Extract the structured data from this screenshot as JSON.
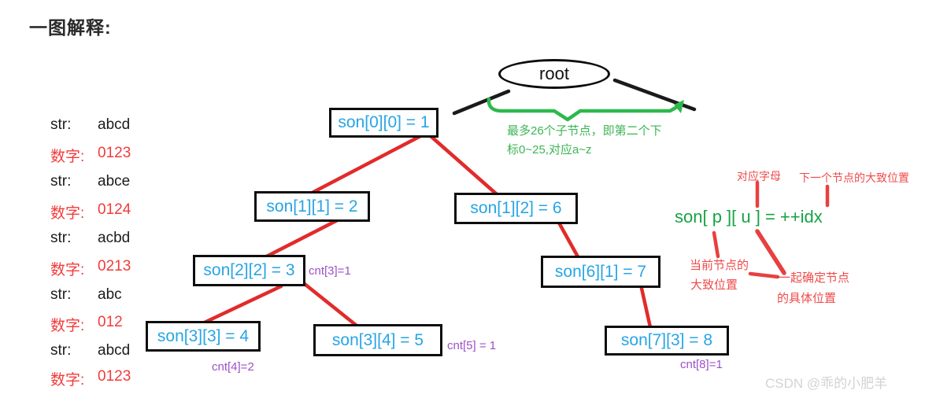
{
  "title": "一图解释:",
  "left_list": [
    {
      "kind": "str",
      "label": "str:",
      "value": "abcd"
    },
    {
      "kind": "num",
      "label": "数字:",
      "value": "0123"
    },
    {
      "kind": "str",
      "label": "str:",
      "value": "abce"
    },
    {
      "kind": "num",
      "label": "数字:",
      "value": "0124"
    },
    {
      "kind": "str",
      "label": "str:",
      "value": "acbd"
    },
    {
      "kind": "num",
      "label": "数字:",
      "value": "0213"
    },
    {
      "kind": "str",
      "label": "str:",
      "value": "abc"
    },
    {
      "kind": "num",
      "label": "数字:",
      "value": "012"
    },
    {
      "kind": "str",
      "label": "str:",
      "value": "abcd"
    },
    {
      "kind": "num",
      "label": "数字:",
      "value": "0123"
    }
  ],
  "tree": {
    "root_label": "root",
    "nodes": [
      {
        "label": "son[0][0] = 1"
      },
      {
        "label": "son[1][1] = 2"
      },
      {
        "label": "son[1][2] = 6"
      },
      {
        "label": "son[2][2] = 3"
      },
      {
        "label": "son[6][1] = 7"
      },
      {
        "label": "son[3][3] = 4"
      },
      {
        "label": "son[3][4] = 5"
      },
      {
        "label": "son[7][3] = 8"
      }
    ],
    "cnt_labels": [
      {
        "text": "cnt[3]=1"
      },
      {
        "text": "cnt[4]=2"
      },
      {
        "text": "cnt[5] = 1"
      },
      {
        "text": "cnt[8]=1"
      }
    ]
  },
  "annotations": {
    "brace_caption_line1": "最多26个子节点，即第二个下",
    "brace_caption_line2": "标0~25,对应a~z",
    "formula": "son[ p ][ u ] = ++idx",
    "label_letter": "对应字母",
    "label_next_pos": "下一个节点的大致位置",
    "label_current_line1": "当前节点的",
    "label_current_line2": "大致位置",
    "label_together_line1": "一起确定节点",
    "label_together_line2": "的具体位置"
  },
  "watermark": "CSDN @乖的小肥羊",
  "colors": {
    "node_text": "#27a5e5",
    "edge_red": "#e12b2b",
    "annotation_red": "#ef4a4a",
    "list_red": "#f23b3b",
    "cnt_purple": "#9d50c8",
    "green": "#3cb554",
    "formula_green": "#17a345"
  }
}
